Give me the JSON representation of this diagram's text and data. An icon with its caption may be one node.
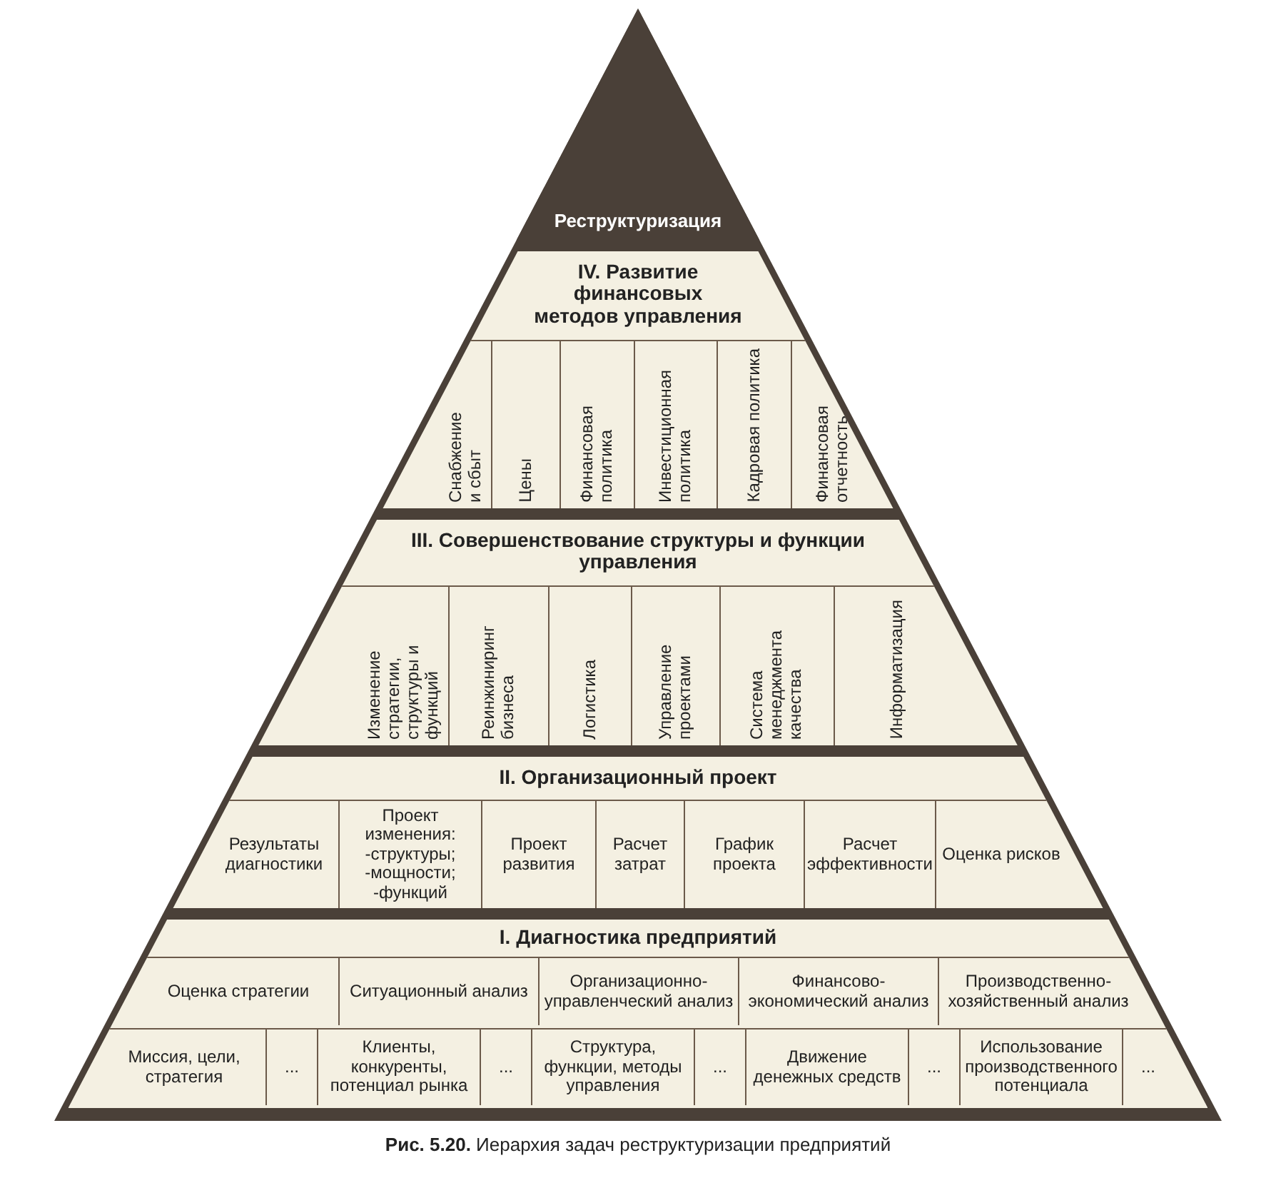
{
  "diagram": {
    "caption": "**Рис. 5.20.** Иерархия задач реструктуризации предприятий",
    "nodes": [
      {
        "text": [
          "Реструктуризация"
        ]
      },
      {
        "text": [
          "IV. Развитие финансовых методов управления"
        ]
      },
      {
        "text": [
          "Снабжение и сбыт"
        ],
        "in": 1
      },
      {
        "text": [
          "Цены"
        ],
        "in": 1
      },
      {
        "text": [
          "Финансовая политика"
        ],
        "in": 1
      },
      {
        "text": [
          "Инвестиционная политика"
        ],
        "in": 1
      },
      {
        "text": [
          "Кадровая политика"
        ],
        "in": 1
      },
      {
        "text": [
          "Финансовая отчетность"
        ],
        "in": 1
      },
      {
        "text": [
          "III. Совершенствование структуры и функции управления"
        ]
      },
      {
        "text": [
          "Изменение стратегии, структуры и функций"
        ],
        "in": 8
      },
      {
        "text": [
          "Реинжиниринг бизнеса"
        ],
        "in": 8
      },
      {
        "text": [
          "Логистика"
        ],
        "in": 8
      },
      {
        "text": [
          "Управление проектами"
        ],
        "in": 8
      },
      {
        "text": [
          "Система менеджмента качества"
        ],
        "in": 8
      },
      {
        "text": [
          "Информатизация"
        ],
        "in": 8
      },
      {
        "text": [
          "II. Организационный проект"
        ]
      },
      {
        "text": [
          "Результаты диагностики"
        ],
        "in": 15
      },
      {
        "text": [
          "Проект изменения: -структуры; -мощности; -функций"
        ],
        "in": 15
      },
      {
        "text": [
          "Проект развития"
        ],
        "in": 15
      },
      {
        "text": [
          "Расчет затрат"
        ],
        "in": 15
      },
      {
        "text": [
          "График проекта"
        ],
        "in": 15
      },
      {
        "text": [
          "Расчет эффективности"
        ],
        "in": 15
      },
      {
        "text": [
          "Оценка рисков"
        ],
        "in": 15
      },
      {
        "text": [
          "I. Диагностика предприятий"
        ]
      },
      {
        "text": [
          "Оценка стратегии"
        ],
        "in": 23
      },
      {
        "text": [
          "Миссия, цели, стратегия"
        ],
        "in": 23
      },
      {
        "text": [
          "..."
        ],
        "in": 23
      },
      {
        "text": [
          "Ситуационный анализ"
        ],
        "in": 23
      },
      {
        "text": [
          "Клиенты, конкуренты, потенциал рынка"
        ],
        "in": 23
      },
      {
        "text": [
          "..."
        ],
        "in": 23
      },
      {
        "text": [
          "Организационно-управленческий анализ"
        ],
        "in": 23
      },
      {
        "text": [
          "Структура, функции, методы управления"
        ],
        "in": 23
      },
      {
        "text": [
          "..."
        ],
        "in": 23
      },
      {
        "text": [
          "Финансово-экономический анализ"
        ],
        "in": 23
      },
      {
        "text": [
          "Движение денежных средств"
        ],
        "in": 23
      },
      {
        "text": [
          "..."
        ],
        "in": 23
      },
      {
        "text": [
          "Производственно-хозяйственный анализ"
        ],
        "in": 23
      },
      {
        "text": [
          "Использование производственного потенциала"
        ],
        "in": 23
      },
      {
        "text": [
          "..."
        ],
        "in": 23
      }
    ]
  }
}
